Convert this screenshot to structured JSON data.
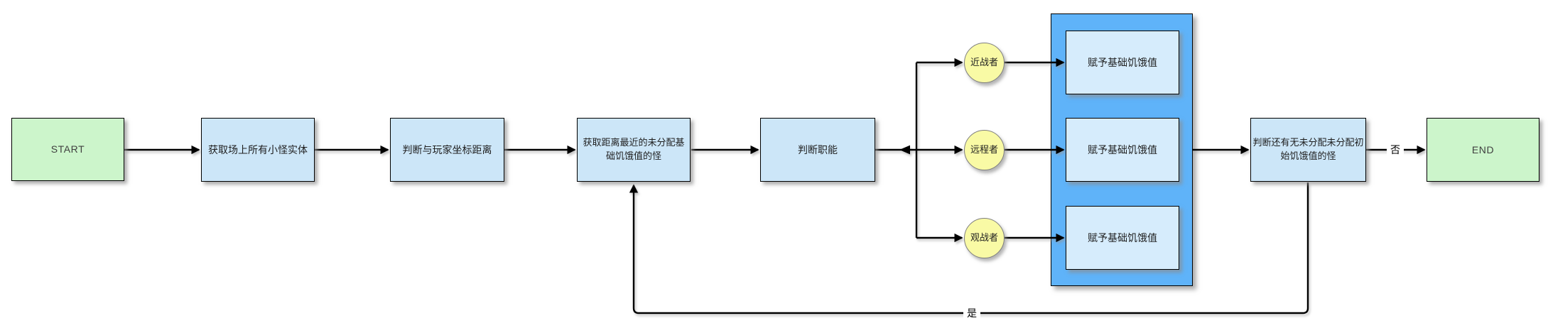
{
  "diagram": {
    "type": "flowchart",
    "nodes": [
      {
        "id": "start",
        "shape": "terminal",
        "label": "START"
      },
      {
        "id": "get-monsters",
        "shape": "process",
        "label": "获取场上所有小怪实体"
      },
      {
        "id": "judge-distance",
        "shape": "process",
        "label": "判断与玩家坐标距离"
      },
      {
        "id": "get-nearest",
        "shape": "process",
        "label": "获取距离最近的未分配基础饥饿值的怪"
      },
      {
        "id": "judge-role",
        "shape": "process",
        "label": "判断职能"
      },
      {
        "id": "melee",
        "shape": "circle",
        "label": "近战者"
      },
      {
        "id": "ranged",
        "shape": "circle",
        "label": "远程者"
      },
      {
        "id": "spectator",
        "shape": "circle",
        "label": "观战者"
      },
      {
        "id": "assign-melee",
        "shape": "process",
        "label": "赋予基础饥饿值"
      },
      {
        "id": "assign-ranged",
        "shape": "process",
        "label": "赋予基础饥饿值"
      },
      {
        "id": "assign-spectator",
        "shape": "process",
        "label": "赋予基础饥饿值"
      },
      {
        "id": "check-remaining",
        "shape": "process",
        "label": "判断还有无未分配未分配初始饥饿值的怪"
      },
      {
        "id": "end",
        "shape": "terminal",
        "label": "END"
      }
    ],
    "edges": [
      {
        "from": "start",
        "to": "get-monsters",
        "label": ""
      },
      {
        "from": "get-monsters",
        "to": "judge-distance",
        "label": ""
      },
      {
        "from": "judge-distance",
        "to": "get-nearest",
        "label": ""
      },
      {
        "from": "get-nearest",
        "to": "judge-role",
        "label": ""
      },
      {
        "from": "judge-role",
        "to": "melee",
        "label": ""
      },
      {
        "from": "judge-role",
        "to": "ranged",
        "label": ""
      },
      {
        "from": "judge-role",
        "to": "spectator",
        "label": ""
      },
      {
        "from": "melee",
        "to": "assign-melee",
        "label": ""
      },
      {
        "from": "ranged",
        "to": "assign-ranged",
        "label": ""
      },
      {
        "from": "spectator",
        "to": "assign-spectator",
        "label": ""
      },
      {
        "from": "assign-group",
        "to": "check-remaining",
        "label": ""
      },
      {
        "from": "check-remaining",
        "to": "end",
        "label": "否"
      },
      {
        "from": "check-remaining",
        "to": "get-nearest",
        "label": "是"
      }
    ],
    "colors": {
      "terminal_fill": "#ccf5cb",
      "process_fill": "#cce6f8",
      "container_fill": "#5fb3f9",
      "inner_fill": "#d6ecfc",
      "circle_fill": "#f9faa5",
      "line": "#000000"
    }
  }
}
